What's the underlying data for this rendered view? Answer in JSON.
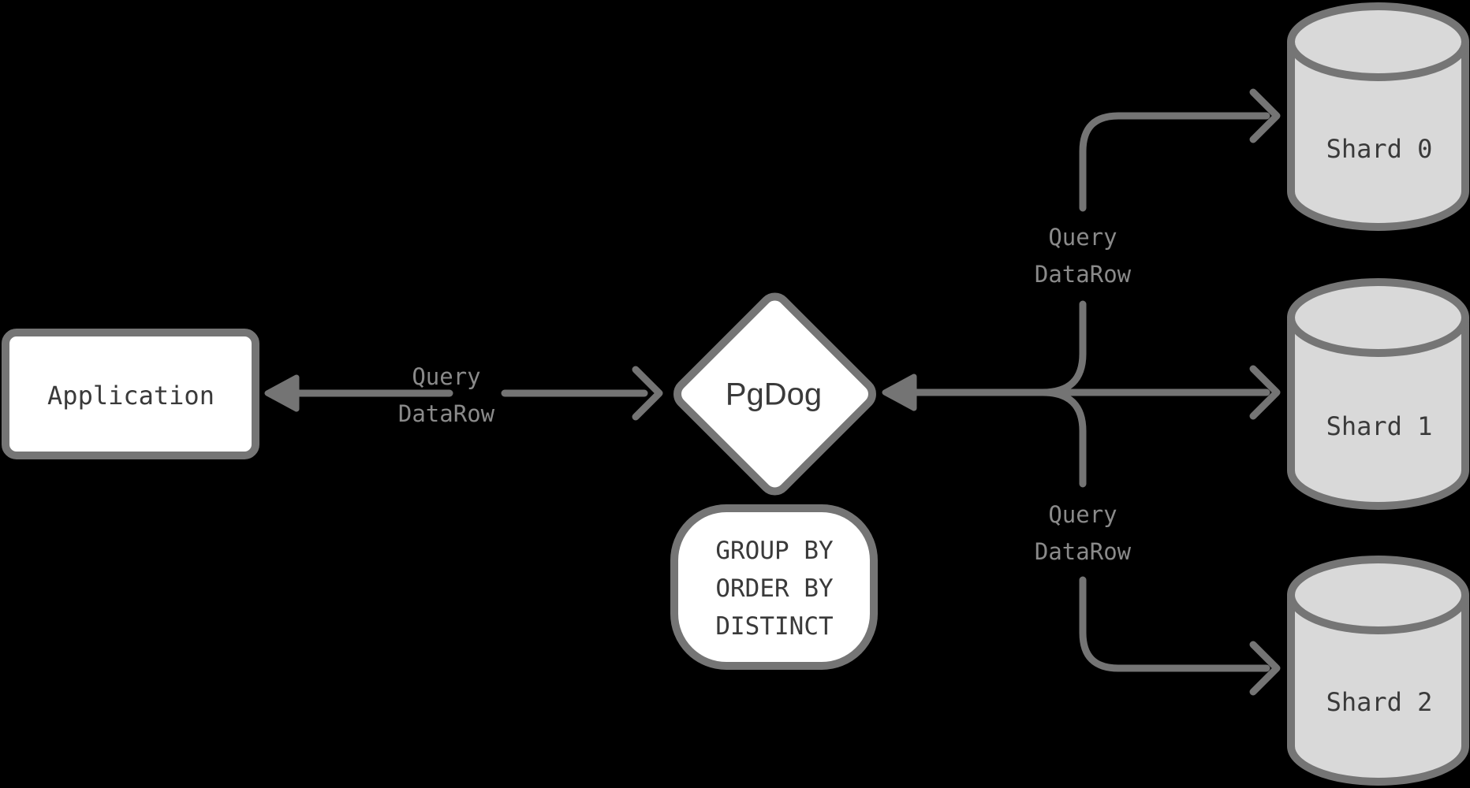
{
  "diagram": {
    "title": "PgDog cross-shard query diagram",
    "colors": {
      "background": "#000000",
      "node_fill": "#ffffff",
      "node_border": "#757575",
      "arrow": "#747474",
      "cylinder_fill": "#d9d9d9",
      "node_text": "#3a3a3a",
      "edge_label_text": "#8a8a8a"
    },
    "nodes": {
      "application": {
        "label": "Application"
      },
      "pgdog": {
        "label": "PgDog"
      },
      "post_processing": {
        "lines": [
          "GROUP BY",
          "ORDER BY",
          "DISTINCT"
        ]
      },
      "shards": [
        {
          "label": "Shard 0"
        },
        {
          "label": "Shard 1"
        },
        {
          "label": "Shard 2"
        }
      ]
    },
    "edge_labels": {
      "app_pgdog": {
        "line1": "Query",
        "line2": "DataRow"
      },
      "pgdog_shard0": {
        "line1": "Query",
        "line2": "DataRow"
      },
      "pgdog_shard2": {
        "line1": "Query",
        "line2": "DataRow"
      }
    }
  }
}
